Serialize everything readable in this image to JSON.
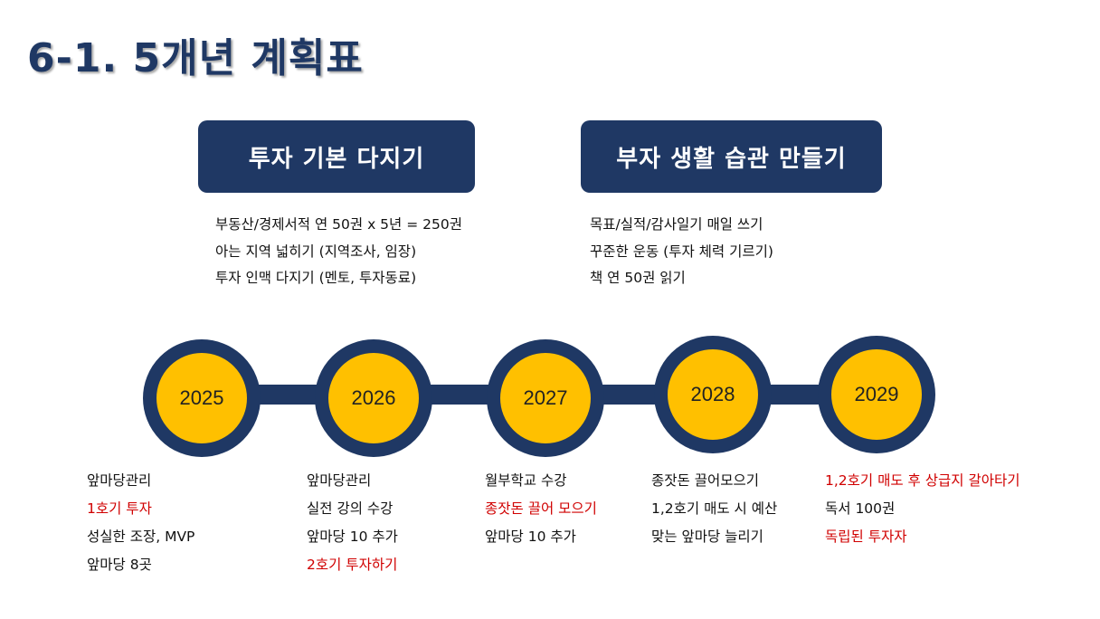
{
  "title": "6-1. 5개년 계획표",
  "colors": {
    "navy": "#1f3864",
    "gold": "#ffc000",
    "red": "#d00000"
  },
  "groups": [
    {
      "heading": "투자 기본 다지기",
      "items": [
        "부동산/경제서적 연 50권 x 5년 = 250권",
        "아는 지역 넓히기 (지역조사, 임장)",
        "투자 인맥 다지기 (멘토, 투자동료)"
      ]
    },
    {
      "heading": "부자 생활 습관 만들기",
      "items": [
        "목표/실적/감사일기 매일 쓰기",
        "꾸준한 운동 (투자 체력 기르기)",
        "책 연 50권 읽기"
      ]
    }
  ],
  "years": [
    {
      "year": "2025",
      "items": [
        {
          "text": "앞마당관리",
          "highlight": false
        },
        {
          "text": "1호기 투자",
          "highlight": true
        },
        {
          "text": "성실한 조장, MVP",
          "highlight": false
        },
        {
          "text": "앞마당 8곳",
          "highlight": false
        }
      ]
    },
    {
      "year": "2026",
      "items": [
        {
          "text": "앞마당관리",
          "highlight": false
        },
        {
          "text": "실전 강의 수강",
          "highlight": false
        },
        {
          "text": "앞마당 10 추가",
          "highlight": false
        },
        {
          "text": "2호기 투자하기",
          "highlight": true
        }
      ]
    },
    {
      "year": "2027",
      "items": [
        {
          "text": "월부학교 수강",
          "highlight": false
        },
        {
          "text": "종잣돈 끌어 모으기",
          "highlight": true
        },
        {
          "text": "앞마당 10 추가",
          "highlight": false
        }
      ]
    },
    {
      "year": "2028",
      "items": [
        {
          "text": "종잣돈 끌어모으기",
          "highlight": false
        },
        {
          "text": "1,2호기 매도 시 예산",
          "highlight": false
        },
        {
          "text": "맞는 앞마당 늘리기",
          "highlight": false
        }
      ]
    },
    {
      "year": "2029",
      "items": [
        {
          "text": "1,2호기 매도 후 상급지 갈아타기",
          "highlight": true
        },
        {
          "text": "독서 100권",
          "highlight": false
        },
        {
          "text": "독립된 투자자",
          "highlight": true
        }
      ]
    }
  ]
}
